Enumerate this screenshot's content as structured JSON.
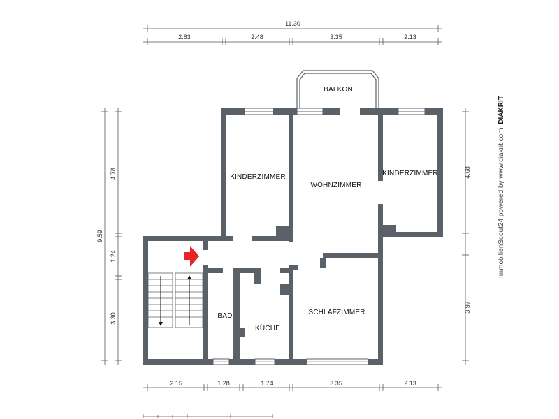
{
  "plan": {
    "rooms": {
      "balkon": "BALKON",
      "kinderzimmer_left": "KINDERZIMMER",
      "wohnzimmer": "WOHNZIMMER",
      "kinderzimmer_right": "KINDERZIMMER",
      "bad": "BAD",
      "kueche": "KÜCHE",
      "schlafzimmer": "SCHLAFZIMMER"
    },
    "dimensions": {
      "top_total": "11.30",
      "top_segments": [
        "2.83",
        "2.48",
        "3.35",
        "2.13"
      ],
      "bottom_segments": [
        "2.15",
        "1.28",
        "1.74",
        "3.35",
        "2.13"
      ],
      "left_total": "9.59",
      "left_upper": "4.78",
      "left_middle": "1.24",
      "left_lower": "3.30",
      "right_upper": "4.68",
      "right_lower": "3.97"
    },
    "credit": {
      "text": "ImmobilienScout24 powered by www.diakrit.com",
      "brand": "DIAKRIT"
    },
    "colors": {
      "wall": "#5b6169",
      "entrance_arrow": "#e8232a"
    }
  }
}
